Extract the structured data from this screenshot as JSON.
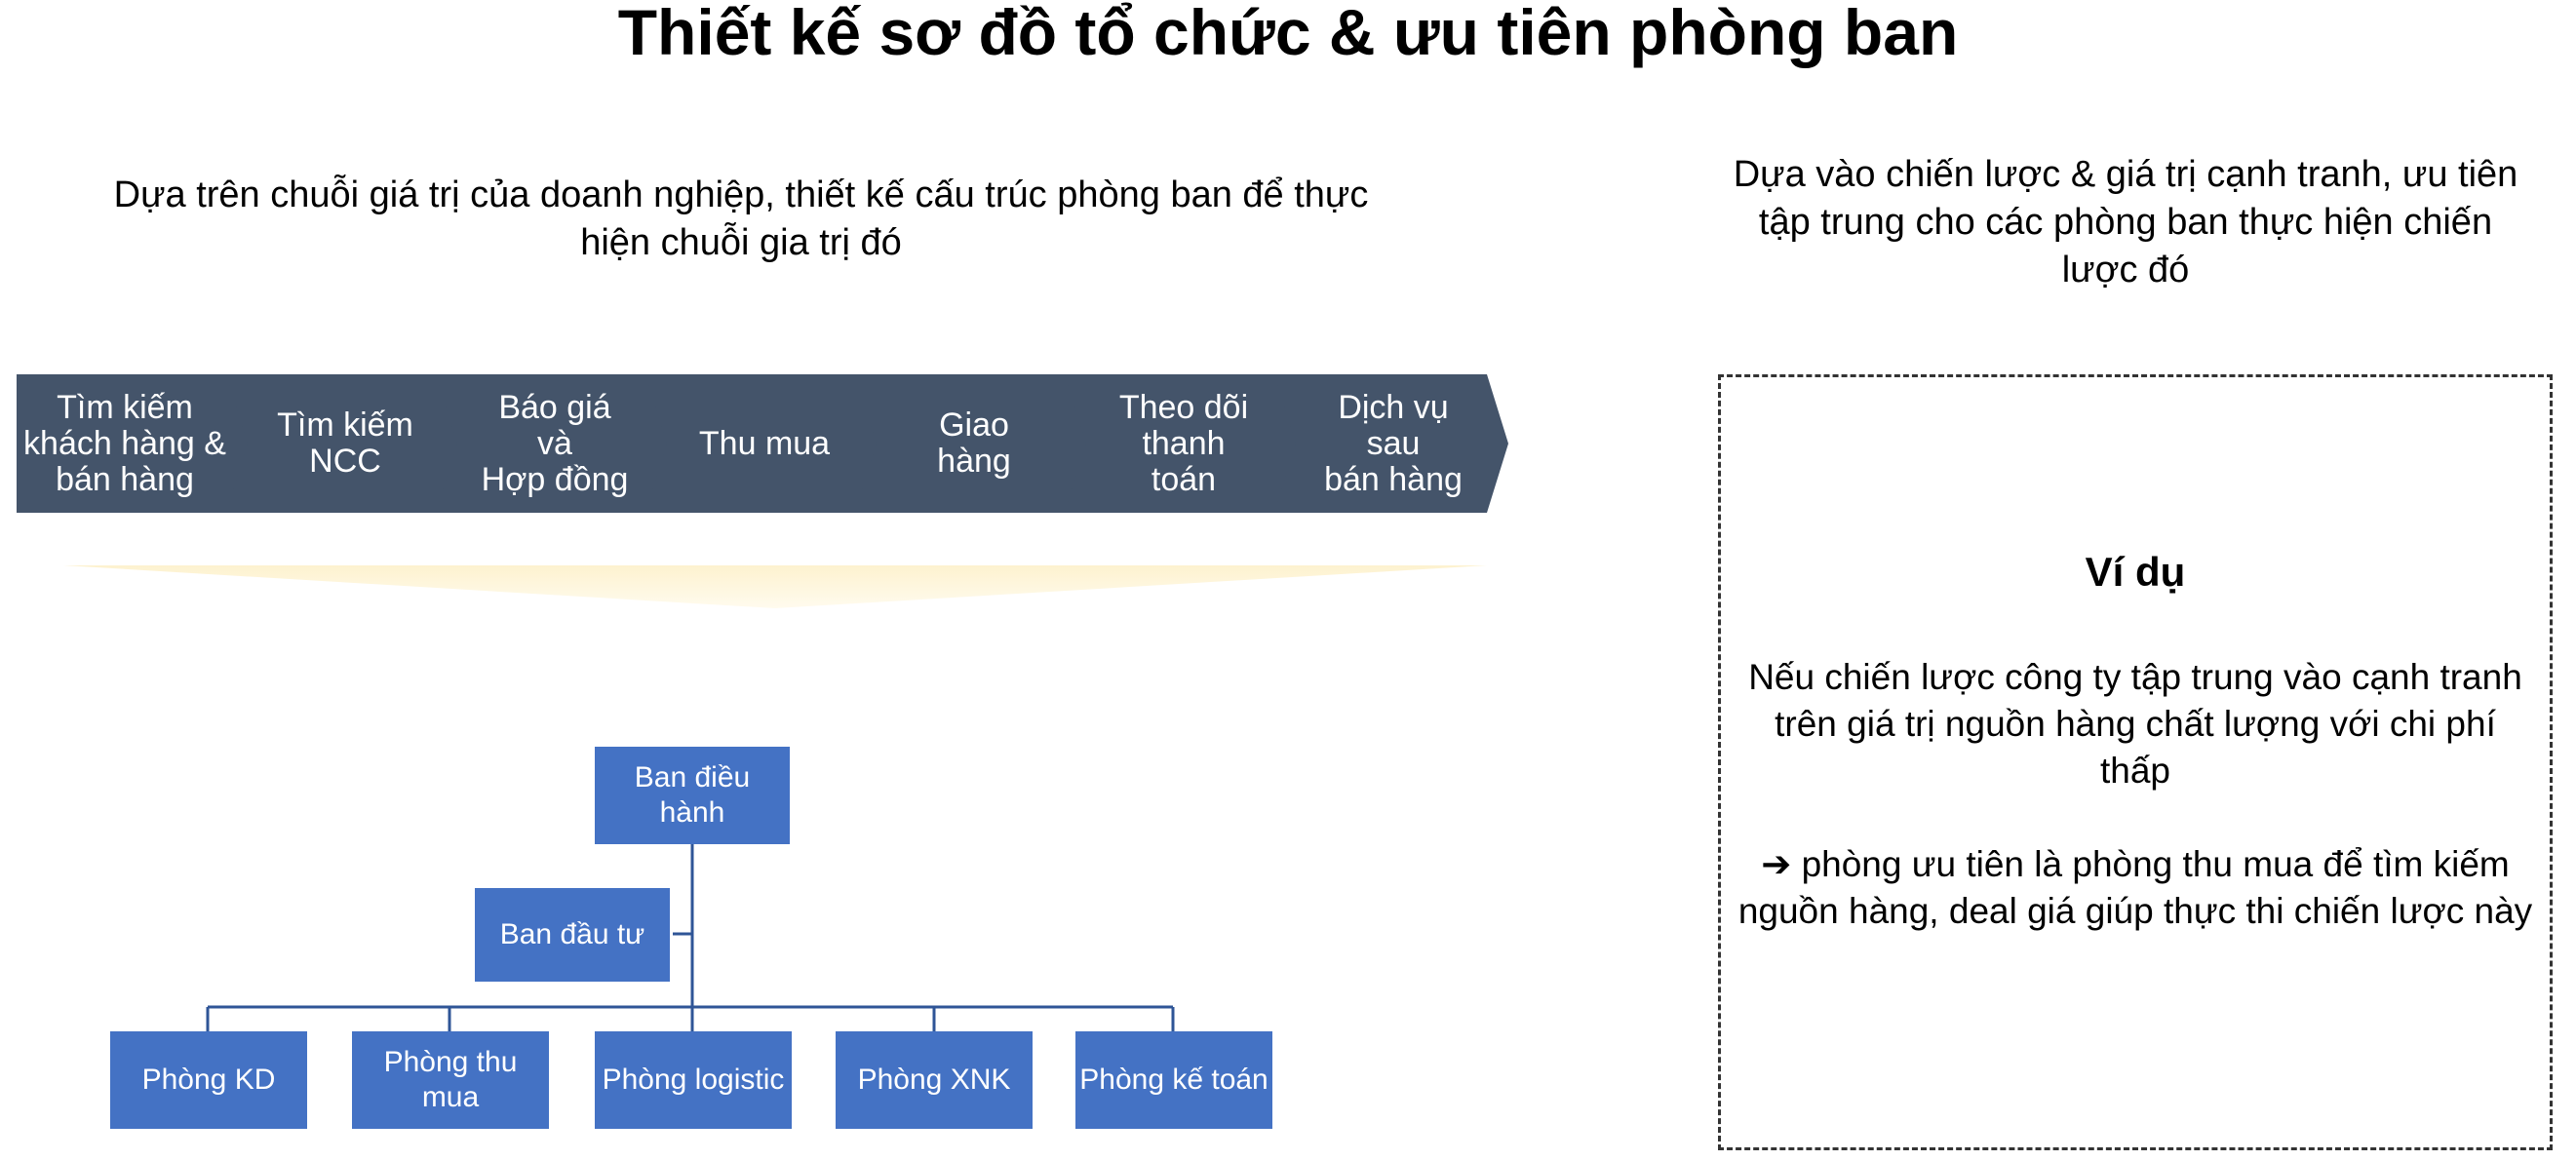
{
  "title": "Thiết kế sơ đồ tổ chức & ưu tiên phòng ban",
  "left_intro": "Dựa trên chuỗi giá trị của doanh nghiệp, thiết kế cấu trúc phòng ban để thực hiện chuỗi gia trị đó",
  "right_intro": "Dựa vào chiến lược & giá trị cạnh tranh, ưu tiên tập trung cho các phòng ban thực hiện chiến lược đó",
  "value_chain": [
    {
      "lines": [
        "Tìm kiếm",
        "khách hàng &",
        "bán hàng"
      ]
    },
    {
      "lines": [
        "Tìm kiếm",
        "NCC"
      ]
    },
    {
      "lines": [
        "Báo giá",
        "và",
        "Hợp đồng"
      ]
    },
    {
      "lines": [
        "Thu mua"
      ]
    },
    {
      "lines": [
        "Giao",
        "hàng"
      ]
    },
    {
      "lines": [
        "Theo dõi",
        "thanh",
        "toán"
      ]
    },
    {
      "lines": [
        "Dịch vụ",
        "sau",
        "bán hàng"
      ]
    }
  ],
  "org": {
    "top": "Ban điều hành",
    "advisor": "Ban đầu tư",
    "departments": [
      "Phòng KD",
      "Phòng thu mua",
      "Phòng logistic",
      "Phòng XNK",
      "Phòng kế toán"
    ]
  },
  "example": {
    "title": "Ví dụ",
    "text1": "Nếu chiến lược công ty tập trung vào cạnh tranh trên giá trị nguồn hàng chất lượng với chi phí thấp",
    "arrow": "➔",
    "text2": "phòng ưu tiên là phòng thu mua để tìm kiếm nguồn hàng, deal giá giúp thực thi chiến lược này"
  },
  "colors": {
    "chevron": "#44546a",
    "org_box": "#4472c4",
    "connector": "#2f5597",
    "funnel": "#fdf2cf"
  }
}
